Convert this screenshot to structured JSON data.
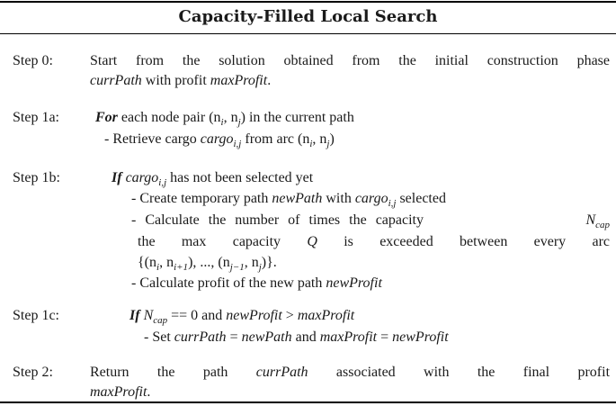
{
  "title": "Capacity-Filled Local Search",
  "steps": {
    "s0": {
      "label": "Step 0:",
      "l1": "Start from the solution obtained from the initial construction phase",
      "l2a": "currPath",
      "l2b": " with profit ",
      "l2c": "maxProfit",
      "l2d": "."
    },
    "s1a": {
      "label": "Step 1a:",
      "kw": "For",
      "l1": " each node pair (n",
      "l1sub1": "i",
      "l1b": ", n",
      "l1sub2": "j",
      "l1c": ") in the current path",
      "l2a": "- Retrieve cargo ",
      "l2b": "cargo",
      "l2sub": "i,j",
      "l2c": " from arc (n",
      "l2sub2": "i",
      "l2d": ", n",
      "l2sub3": "j",
      "l2e": ")"
    },
    "s1b": {
      "label": "Step 1b:",
      "kw": "If",
      "l1a": " cargo",
      "l1sub": "i,j",
      "l1b": " has not been selected yet",
      "l2a": "- Create temporary path ",
      "l2b": "newPath",
      "l2c": " with ",
      "l2d": "cargo",
      "l2sub": "i,j",
      "l2e": " selected",
      "l3a": "- Calculate the number of times the capacity ",
      "l3b": "N",
      "l3sub": "cap",
      "l4a": "the max capacity ",
      "l4b": "Q",
      "l4c": " is exceeded between every arc",
      "l5": "{(n",
      "l5s1": "i",
      "l5b": ", n",
      "l5s2": "i+1",
      "l5c": "), ..., (n",
      "l5s3": "j−1",
      "l5d": ", n",
      "l5s4": "j",
      "l5e": ")}.",
      "l6a": "- Calculate profit of the new path ",
      "l6b": "newProfit"
    },
    "s1c": {
      "label": "Step 1c:",
      "kw": "If",
      "l1a": " N",
      "l1sub": "cap",
      "l1b": " == 0 and ",
      "l1c": "newProfit",
      "l1d": " > ",
      "l1e": "maxProfit",
      "l2a": "- Set ",
      "l2b": "currPath",
      "l2c": " = ",
      "l2d": "newPath",
      "l2e": " and ",
      "l2f": "maxProfit",
      "l2g": " = ",
      "l2h": "newProfit"
    },
    "s2": {
      "label": "Step 2:",
      "l1a": "Return the path ",
      "l1b": "currPath",
      "l1c": " associated with the final profit",
      "l2a": "maxProfit",
      "l2b": "."
    }
  }
}
